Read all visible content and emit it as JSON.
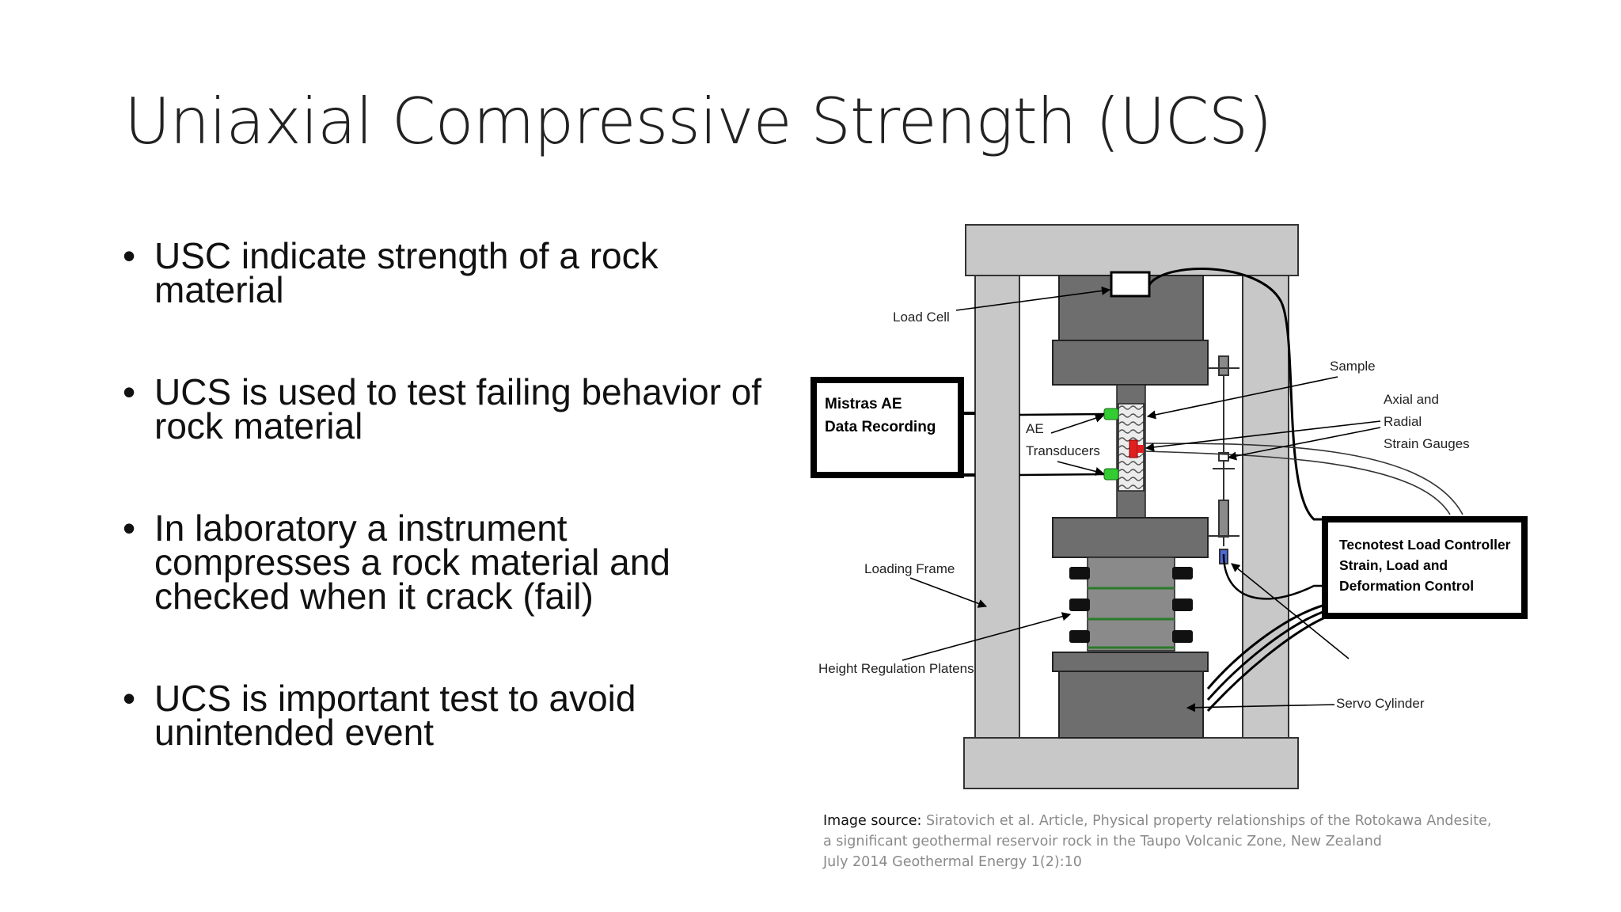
{
  "slide": {
    "title": "Uniaxial Compressive Strength (UCS)",
    "bullet_glyph": "•",
    "bullets": [
      {
        "lines": [
          "USC indicate strength of a rock",
          "material"
        ]
      },
      {
        "lines": [
          "UCS is used to test failing behavior of",
          "rock material"
        ]
      },
      {
        "lines": [
          "In laboratory  a instrument",
          "compresses a rock material and",
          "checked when it crack (fail)"
        ]
      },
      {
        "lines": [
          "UCS is important test to avoid",
          "unintended event"
        ]
      }
    ]
  },
  "diagram": {
    "labels": {
      "load_cell": "Load Cell",
      "sample": "Sample",
      "axial_radial_1": "Axial and",
      "axial_radial_2": "Radial",
      "axial_radial_3": "Strain Gauges",
      "mistras_1": "Mistras AE",
      "mistras_2": "Data Recording",
      "ae": "AE",
      "transducers": "Transducers",
      "tecnotest_1": "Tecnotest Load Controller",
      "tecnotest_2": "Strain, Load and",
      "tecnotest_3": "Deformation Control",
      "loading_frame": "Loading Frame",
      "height_regulation": "Height Regulation Platens",
      "servo_cylinder": "Servo Cylinder"
    },
    "colors": {
      "frame": "#c8c8c8",
      "block": "#6e6e6e",
      "transducer": "#33cc33",
      "gauge": "#e02020"
    }
  },
  "source": {
    "label": "Image source:",
    "line1": "Siratovich et al. Article, Physical property relationships of the Rotokawa Andesite,",
    "line2": "a significant geothermal reservoir rock in the Taupo Volcanic Zone, New Zealand",
    "line3": "July 2014 Geothermal Energy 1(2):10"
  }
}
